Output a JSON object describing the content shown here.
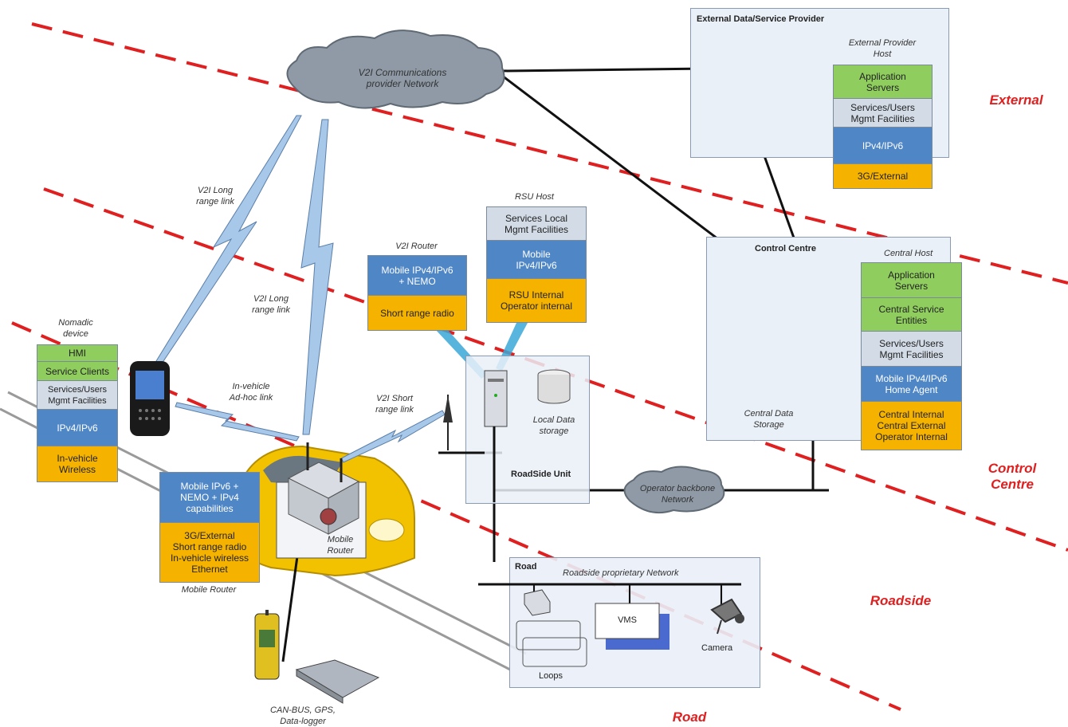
{
  "zones": {
    "external": "External",
    "control_centre": "Control\nCentre",
    "roadside": "Roadside",
    "road": "Road"
  },
  "cloud_v2i": "V2I Communications\nprovider Network",
  "cloud_operator": "Operator backbone\nNetwork",
  "external_provider": {
    "title": "External Data/Service Provider",
    "host_label": "External Provider\nHost",
    "layers": [
      "Application\nServers",
      "Services/Users\nMgmt Facilities",
      "IPv4/IPv6",
      "3G/External"
    ]
  },
  "control_centre": {
    "title": "Control Centre",
    "host_label": "Central Host",
    "storage_label": "Central Data\nStorage",
    "layers": [
      "Application\nServers",
      "Central Service\nEntities",
      "Services/Users\nMgmt Facilities",
      "Mobile IPv4/IPv6\nHome Agent",
      "Central Internal\nCentral External\nOperator Internal"
    ]
  },
  "rsu_host": {
    "label": "RSU Host",
    "layers": [
      "Services Local\nMgmt Facilities",
      "Mobile\nIPv4/IPv6",
      "RSU Internal\nOperator internal"
    ]
  },
  "v2i_router": {
    "label": "V2I Router",
    "layers": [
      "Mobile IPv4/IPv6\n+ NEMO",
      "Short range radio"
    ]
  },
  "roadside_unit": {
    "title": "RoadSide Unit",
    "storage_label": "Local Data\nstorage"
  },
  "nomadic": {
    "label": "Nomadic\ndevice",
    "layers": [
      "HMI",
      "Service Clients",
      "Services/Users\nMgmt Facilities",
      "IPv4/IPv6",
      "In-vehicle\nWireless"
    ]
  },
  "mobile_router": {
    "label": "Mobile Router",
    "device_label": "Mobile\nRouter",
    "layers": [
      "Mobile IPv6 +\nNEMO + IPv4\ncapabilities",
      "3G/External\nShort range radio\nIn-vehicle wireless\nEthernet"
    ]
  },
  "links": {
    "long_range_1": "V2I Long\nrange link",
    "long_range_2": "V2I Long\nrange link",
    "adhoc": "In-vehicle\nAd-hoc link",
    "short_range": "V2I Short\nrange link"
  },
  "road_box": {
    "title": "Road",
    "network_label": "Roadside proprietary Network",
    "vms": "VMS",
    "camera": "Camera",
    "loops": "Loops"
  },
  "sensors_label": "CAN-BUS, GPS,\nData-logger",
  "colors": {
    "zone_line": "#e02020",
    "green_layer": "#8fce5e",
    "grey_layer": "#d2dbe6",
    "blue_layer": "#4f86c6",
    "yellow_layer": "#f5b300",
    "box_fill": "#eaf0f8",
    "cloud": "#8f9aa6",
    "car": "#f2c200"
  }
}
